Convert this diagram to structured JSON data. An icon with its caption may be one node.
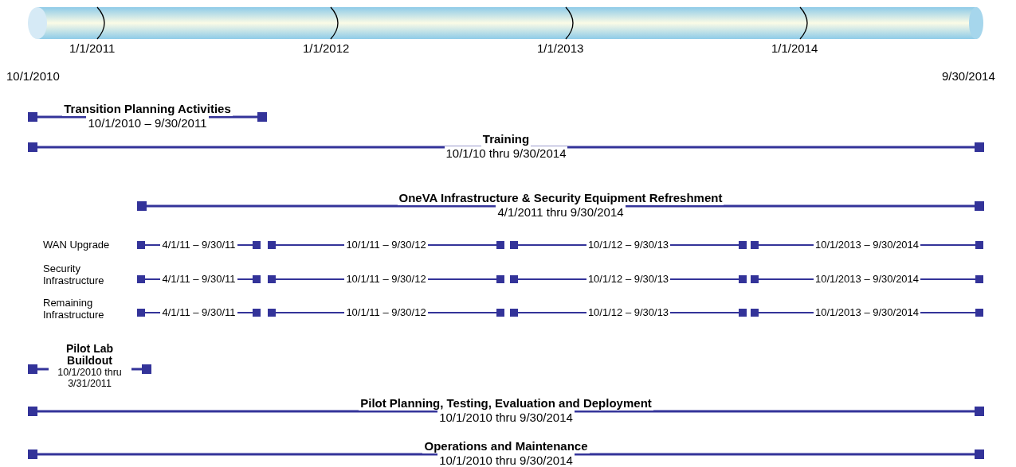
{
  "diagram": {
    "nodes": [
      {
        "text": [
          "Transition Planning Activities",
          "10/1/2010 – 9/30/2011"
        ]
      },
      {
        "text": [
          "Training",
          "10/1/10 thru 9/30/2014"
        ]
      },
      {
        "text": [
          "OneVA Infrastructure & Security Equipment Refreshment",
          "4/1/2011 thru 9/30/2014"
        ]
      },
      {
        "text": [
          "4/1/11 – 9/30/11"
        ]
      },
      {
        "text": [
          "10/1/11 – 9/30/12"
        ]
      },
      {
        "text": [
          "10/1/12 – 9/30/13"
        ]
      },
      {
        "text": [
          "10/1/2013 – 9/30/2014"
        ]
      },
      {
        "text": [
          "4/1/11 – 9/30/11"
        ]
      },
      {
        "text": [
          "10/1/11 – 9/30/12"
        ]
      },
      {
        "text": [
          "10/1/12 – 9/30/13"
        ]
      },
      {
        "text": [
          "10/1/2013 – 9/30/2014"
        ]
      },
      {
        "text": [
          "4/1/11 – 9/30/11"
        ]
      },
      {
        "text": [
          "10/1/11 – 9/30/12"
        ]
      },
      {
        "text": [
          "10/1/12 – 9/30/13"
        ]
      },
      {
        "text": [
          "10/1/2013 – 9/30/2014"
        ]
      },
      {
        "text": [
          "Pilot Lab Buildout",
          "10/1/2010 thru 3/31/2011"
        ]
      },
      {
        "text": [
          "Pilot Planning, Testing, Evaluation and Deployment",
          "10/1/2010 thru 9/30/2014"
        ]
      },
      {
        "text": [
          "Operations and Maintenance",
          "10/1/2010 thru 9/30/2014"
        ]
      }
    ],
    "edges": [],
    "labels": [
      "1/1/2011",
      "1/1/2012",
      "1/1/2013",
      "1/1/2014",
      "10/1/2010",
      "9/30/2014",
      "WAN Upgrade",
      "Security Infrastructure",
      "Remaining Infrastructure"
    ]
  }
}
